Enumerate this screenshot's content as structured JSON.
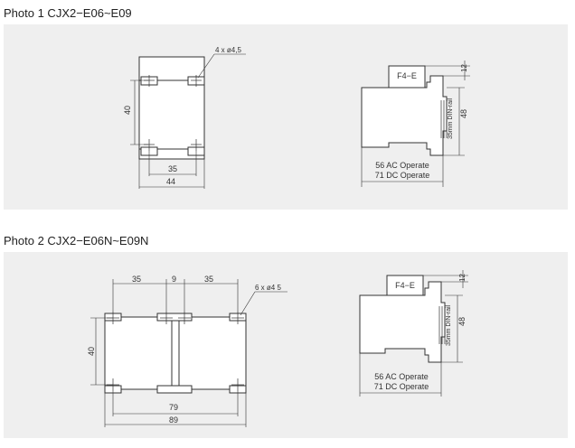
{
  "photo1": {
    "title": "Photo 1  CJX2−E06~E09",
    "front": {
      "hole_label": "4 x ø4,5",
      "height_label": "40",
      "inner_width_label": "35",
      "outer_width_label": "44"
    },
    "side": {
      "module_label": "F4−E",
      "top_label": "12",
      "height_label": "48",
      "rail_label": "35mm DIN-rail",
      "ac_label": "56 AC Operate",
      "dc_label": "71 DC Operate"
    }
  },
  "photo2": {
    "title": "Photo 2  CJX2−E06N~E09N",
    "front": {
      "hole_label": "6 x ø4 5",
      "left_gap_label": "35",
      "mid_gap_label": "9",
      "right_gap_label": "35",
      "height_label": "40",
      "inner_width_label": "79",
      "outer_width_label": "89"
    },
    "side": {
      "module_label": "F4−E",
      "top_label": "12",
      "height_label": "48",
      "rail_label": "35mm DIN-rail",
      "ac_label": "56 AC Operate",
      "dc_label": "71 DC Operate"
    }
  },
  "icons": {
    "screw_hole": "crosshair-icon"
  }
}
